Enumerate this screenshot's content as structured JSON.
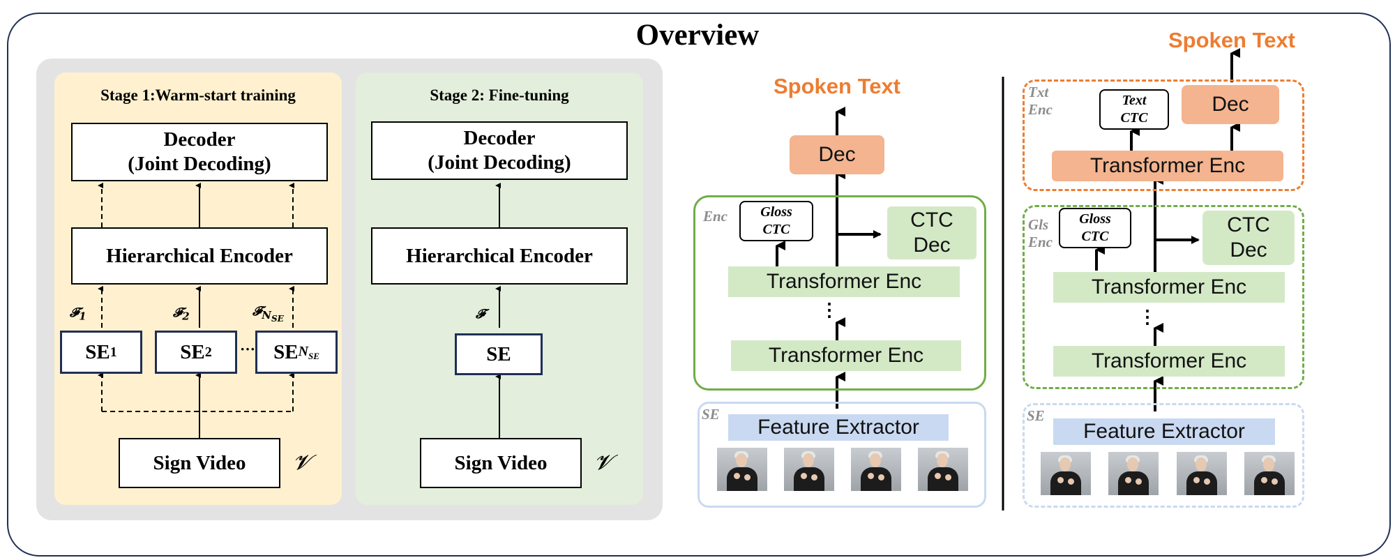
{
  "title": "Overview",
  "stage1": {
    "header": "Stage 1:Warm-start training",
    "decoder_line1": "Decoder",
    "decoder_line2": "(Joint Decoding)",
    "encoder": "Hierarchical Encoder",
    "se1": "SE",
    "se1_sub": "1",
    "se2": "SE",
    "se2_sub": "2",
    "ellipsis": "···",
    "seN": "SE",
    "seN_sub": "N",
    "seN_subsub": "SE",
    "f1": "𝓕",
    "f1_sub": "1",
    "f2": "𝓕",
    "f2_sub": "2",
    "fN": "𝓕",
    "fN_sub": "N",
    "fN_subsub": "SE",
    "video": "Sign Video",
    "video_symbol": "𝓥"
  },
  "stage2": {
    "header": "Stage 2: Fine-tuning",
    "decoder_line1": "Decoder",
    "decoder_line2": "(Joint Decoding)",
    "encoder": "Hierarchical Encoder",
    "se": "SE",
    "f": "𝓕",
    "video": "Sign Video",
    "video_symbol": "𝓥"
  },
  "middle": {
    "spoken_text": "Spoken Text",
    "dec": "Dec",
    "enc_label": "Enc",
    "gloss_ctc_1": "Gloss",
    "gloss_ctc_2": "CTC",
    "ctc_dec_1": "CTC",
    "ctc_dec_2": "Dec",
    "transformer_top": "Transformer Enc",
    "dots": "⋮",
    "transformer_bottom": "Transformer Enc",
    "se_label": "SE",
    "feature_extractor": "Feature Extractor"
  },
  "right": {
    "spoken_text": "Spoken Text",
    "txt_enc_1": "Txt",
    "txt_enc_2": "Enc",
    "text_ctc_1": "Text",
    "text_ctc_2": "CTC",
    "dec": "Dec",
    "transformer_txt": "Transformer Enc",
    "gls_enc_1": "Gls",
    "gls_enc_2": "Enc",
    "gloss_ctc_1": "Gloss",
    "gloss_ctc_2": "CTC",
    "ctc_dec_1": "CTC",
    "ctc_dec_2": "Dec",
    "transformer_top": "Transformer Enc",
    "dots": "⋮",
    "transformer_bottom": "Transformer Enc",
    "se_label": "SE",
    "feature_extractor": "Feature Extractor"
  },
  "colors": {
    "frame": "#1f2f55",
    "stage1_bg": "#fff1cf",
    "stage2_bg": "#e3eedc",
    "transformer_green": "#d3e9c6",
    "enc_border_green": "#70ad47",
    "orange_fill": "#f3b48f",
    "spoken_orange": "#ed7d31",
    "feature_blue": "#c9d9f1"
  }
}
